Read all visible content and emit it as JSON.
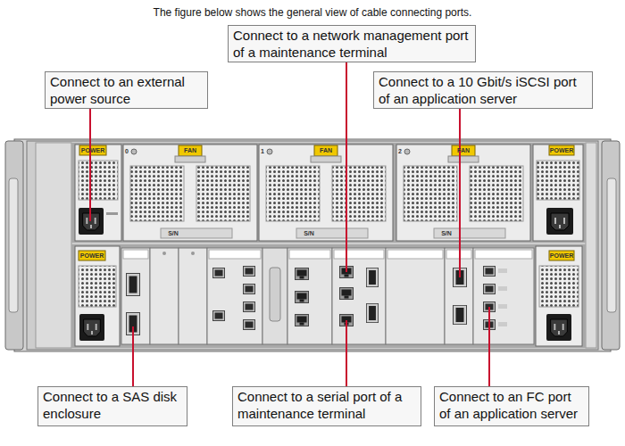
{
  "diagram": {
    "title": "The figure below shows the general view of cable connecting ports.",
    "nodes": [
      {
        "text": [
          "Connect to a network management port of a maintenance terminal"
        ]
      },
      {
        "text": [
          "Connect to an external power source"
        ]
      },
      {
        "text": [
          "Connect to a 10 Gbit/s iSCSI port of an application server"
        ]
      },
      {
        "text": [
          "Connect to a SAS disk enclosure"
        ]
      },
      {
        "text": [
          "Connect to a serial port of a maintenance terminal"
        ]
      },
      {
        "text": [
          "Connect to an FC port of an application server"
        ]
      }
    ],
    "labels": [
      "POWER",
      "0",
      "FAN",
      "1",
      "FAN",
      "2",
      "FAN",
      "POWER",
      "S/N",
      "S/N",
      "S/N",
      "POWER",
      "POWER"
    ]
  }
}
